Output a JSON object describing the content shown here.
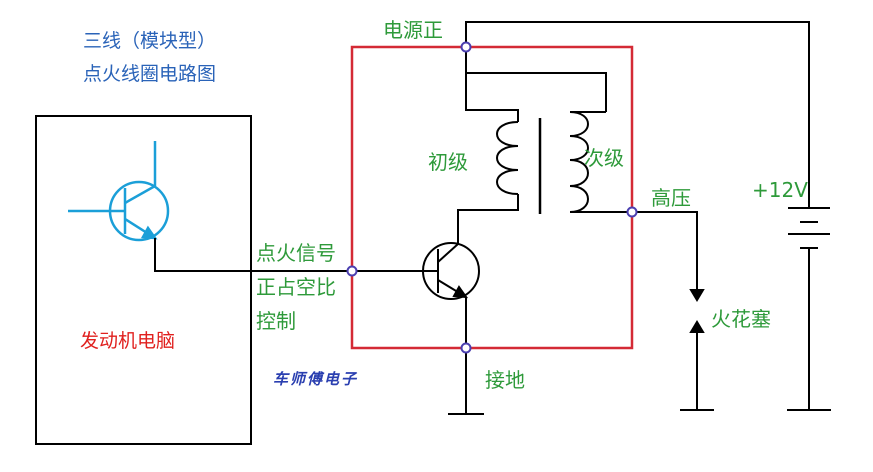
{
  "title": {
    "line1": "三线（模块型）",
    "line2": "点火线圈电路图"
  },
  "labels": {
    "ecu": "发动机电脑",
    "signal_line1": "点火信号",
    "signal_line2": "正占空比",
    "signal_line3": "控制",
    "power_positive": "电源正",
    "primary": "初级",
    "secondary": "次级",
    "high_voltage": "高压",
    "battery_voltage": "+12V",
    "spark_plug": "火花塞",
    "ground": "接地"
  },
  "watermark": "车师傅电子",
  "colors": {
    "wire": "#000000",
    "module_box": "#d42a35",
    "ecu_transistor": "#1b9fd8",
    "label_green": "#2e9a3a",
    "title_blue": "#2a63b8",
    "ecu_label_red": "#e0201e",
    "watermark_blue": "#2a3fb0",
    "node_dot": "#4b3fb0"
  }
}
